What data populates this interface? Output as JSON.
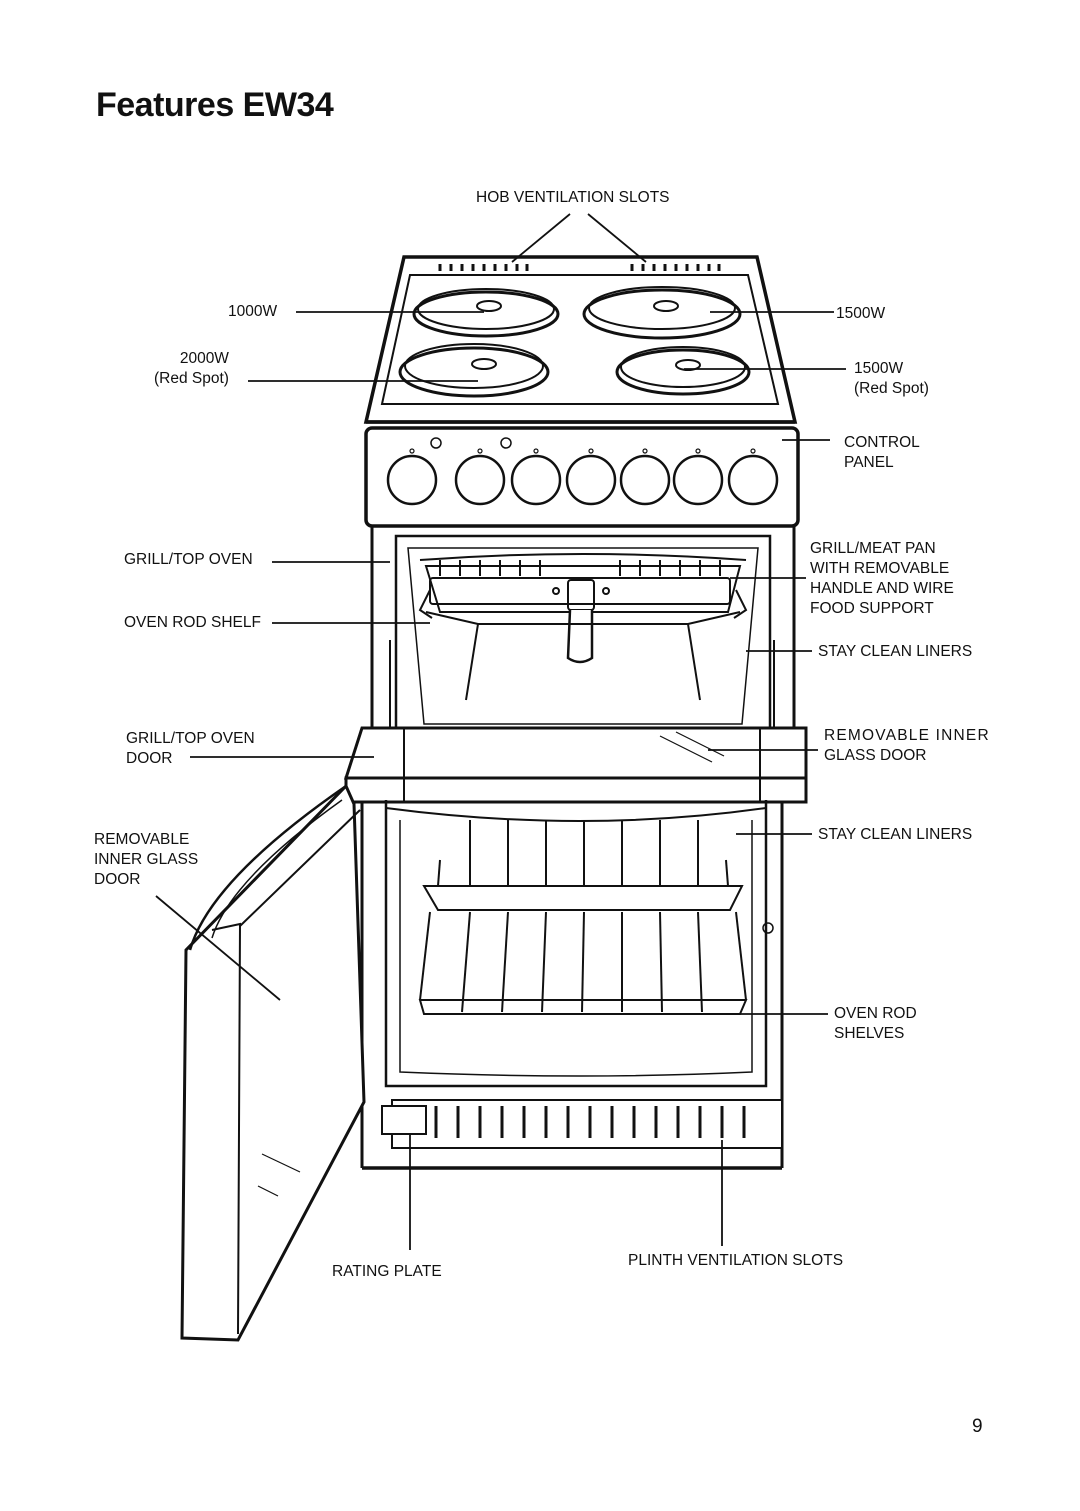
{
  "title": "Features EW34",
  "labels": {
    "hob_vents": "HOB VENTILATION SLOTS",
    "hob_1000": "1000W",
    "hob_2000_line1": "2000W",
    "hob_2000_line2": "(Red Spot)",
    "hob_1500_top": "1500W",
    "hob_1500_line1": "1500W",
    "hob_1500_line2": "(Red Spot)",
    "control_line1": "CONTROL",
    "control_line2": "PANEL",
    "grill_oven": "GRILL/TOP OVEN",
    "grill_pan_line1": "GRILL/MEAT PAN",
    "grill_pan_line2": "WITH REMOVABLE",
    "grill_pan_line3": "HANDLE AND WIRE",
    "grill_pan_line4": "FOOD SUPPORT",
    "rod_shelf": "OVEN ROD SHELF",
    "liners_top": "STAY CLEAN LINERS",
    "grill_door_line1": "GRILL/TOP OVEN",
    "grill_door_line2": "DOOR",
    "inner_glass_right_line1": "REMOVABLE INNER",
    "inner_glass_right_line2": "GLASS DOOR",
    "liners_bottom": "STAY CLEAN LINERS",
    "inner_glass_left_line1": "REMOVABLE",
    "inner_glass_left_line2": "INNER GLASS",
    "inner_glass_left_line3": "DOOR",
    "rod_shelves_line1": "OVEN ROD",
    "rod_shelves_line2": "SHELVES",
    "rating_plate": "RATING PLATE",
    "plinth_vents": "PLINTH VENTILATION SLOTS"
  },
  "page_number": "9"
}
